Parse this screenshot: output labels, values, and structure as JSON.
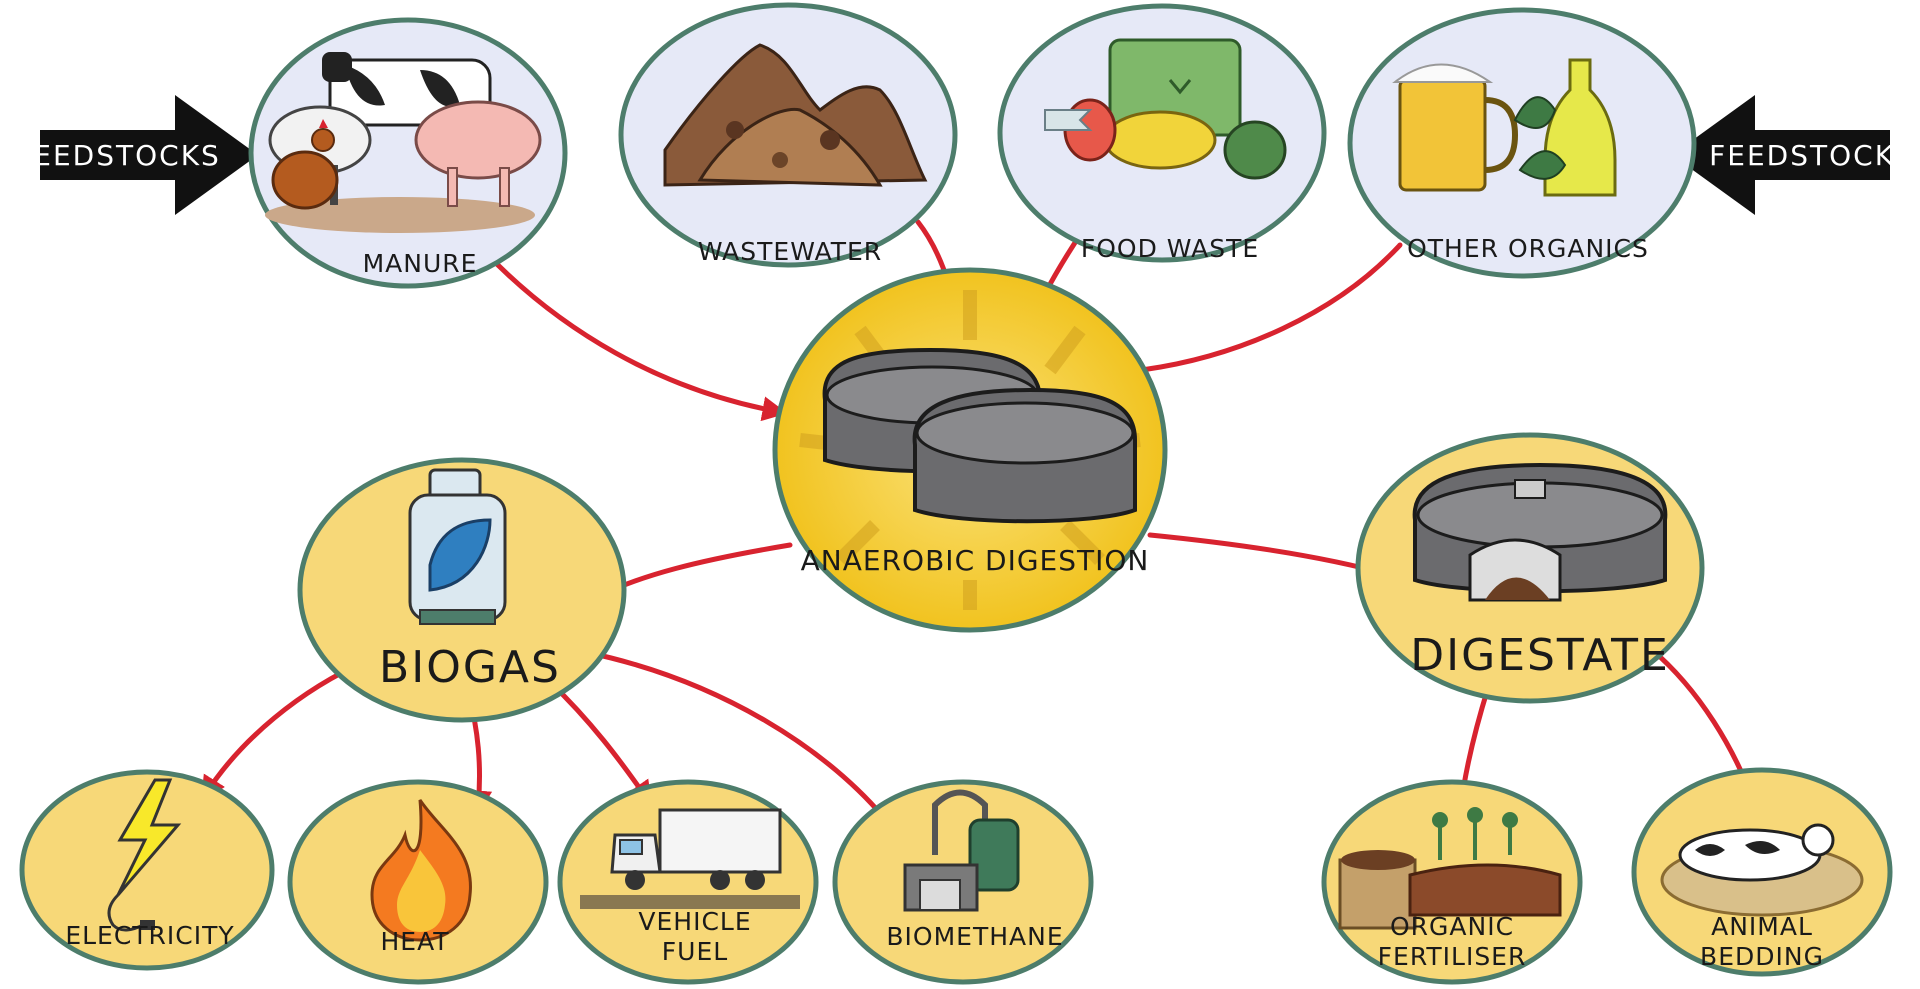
{
  "feedstocks_left": "FEEDSTOCKS",
  "feedstocks_right": "FEEDSTOCKS",
  "inputs": {
    "manure": "MANURE",
    "wastewater": "WASTEWATER",
    "food_waste": "FOOD WASTE",
    "other_organics": "OTHER ORGANICS"
  },
  "center": "ANAEROBIC DIGESTION",
  "outputs": {
    "biogas": "BIOGAS",
    "digestate": "DIGESTATE"
  },
  "biogas_uses": {
    "electricity": "ELECTRICITY",
    "heat": "HEAT",
    "vehicle_fuel_1": "VEHICLE",
    "vehicle_fuel_2": "FUEL",
    "biomethane": "BIOMETHANE"
  },
  "digestate_uses": {
    "fertiliser_1": "ORGANIC",
    "fertiliser_2": "FERTILISER",
    "bedding_1": "ANIMAL",
    "bedding_2": "BEDDING"
  },
  "colors": {
    "arrow": "#d8232f",
    "node_outline": "#4d7d6b",
    "input_fill": "#e6e9f7",
    "output_fill": "#f7d878",
    "center_fill": "#f3c82c"
  }
}
